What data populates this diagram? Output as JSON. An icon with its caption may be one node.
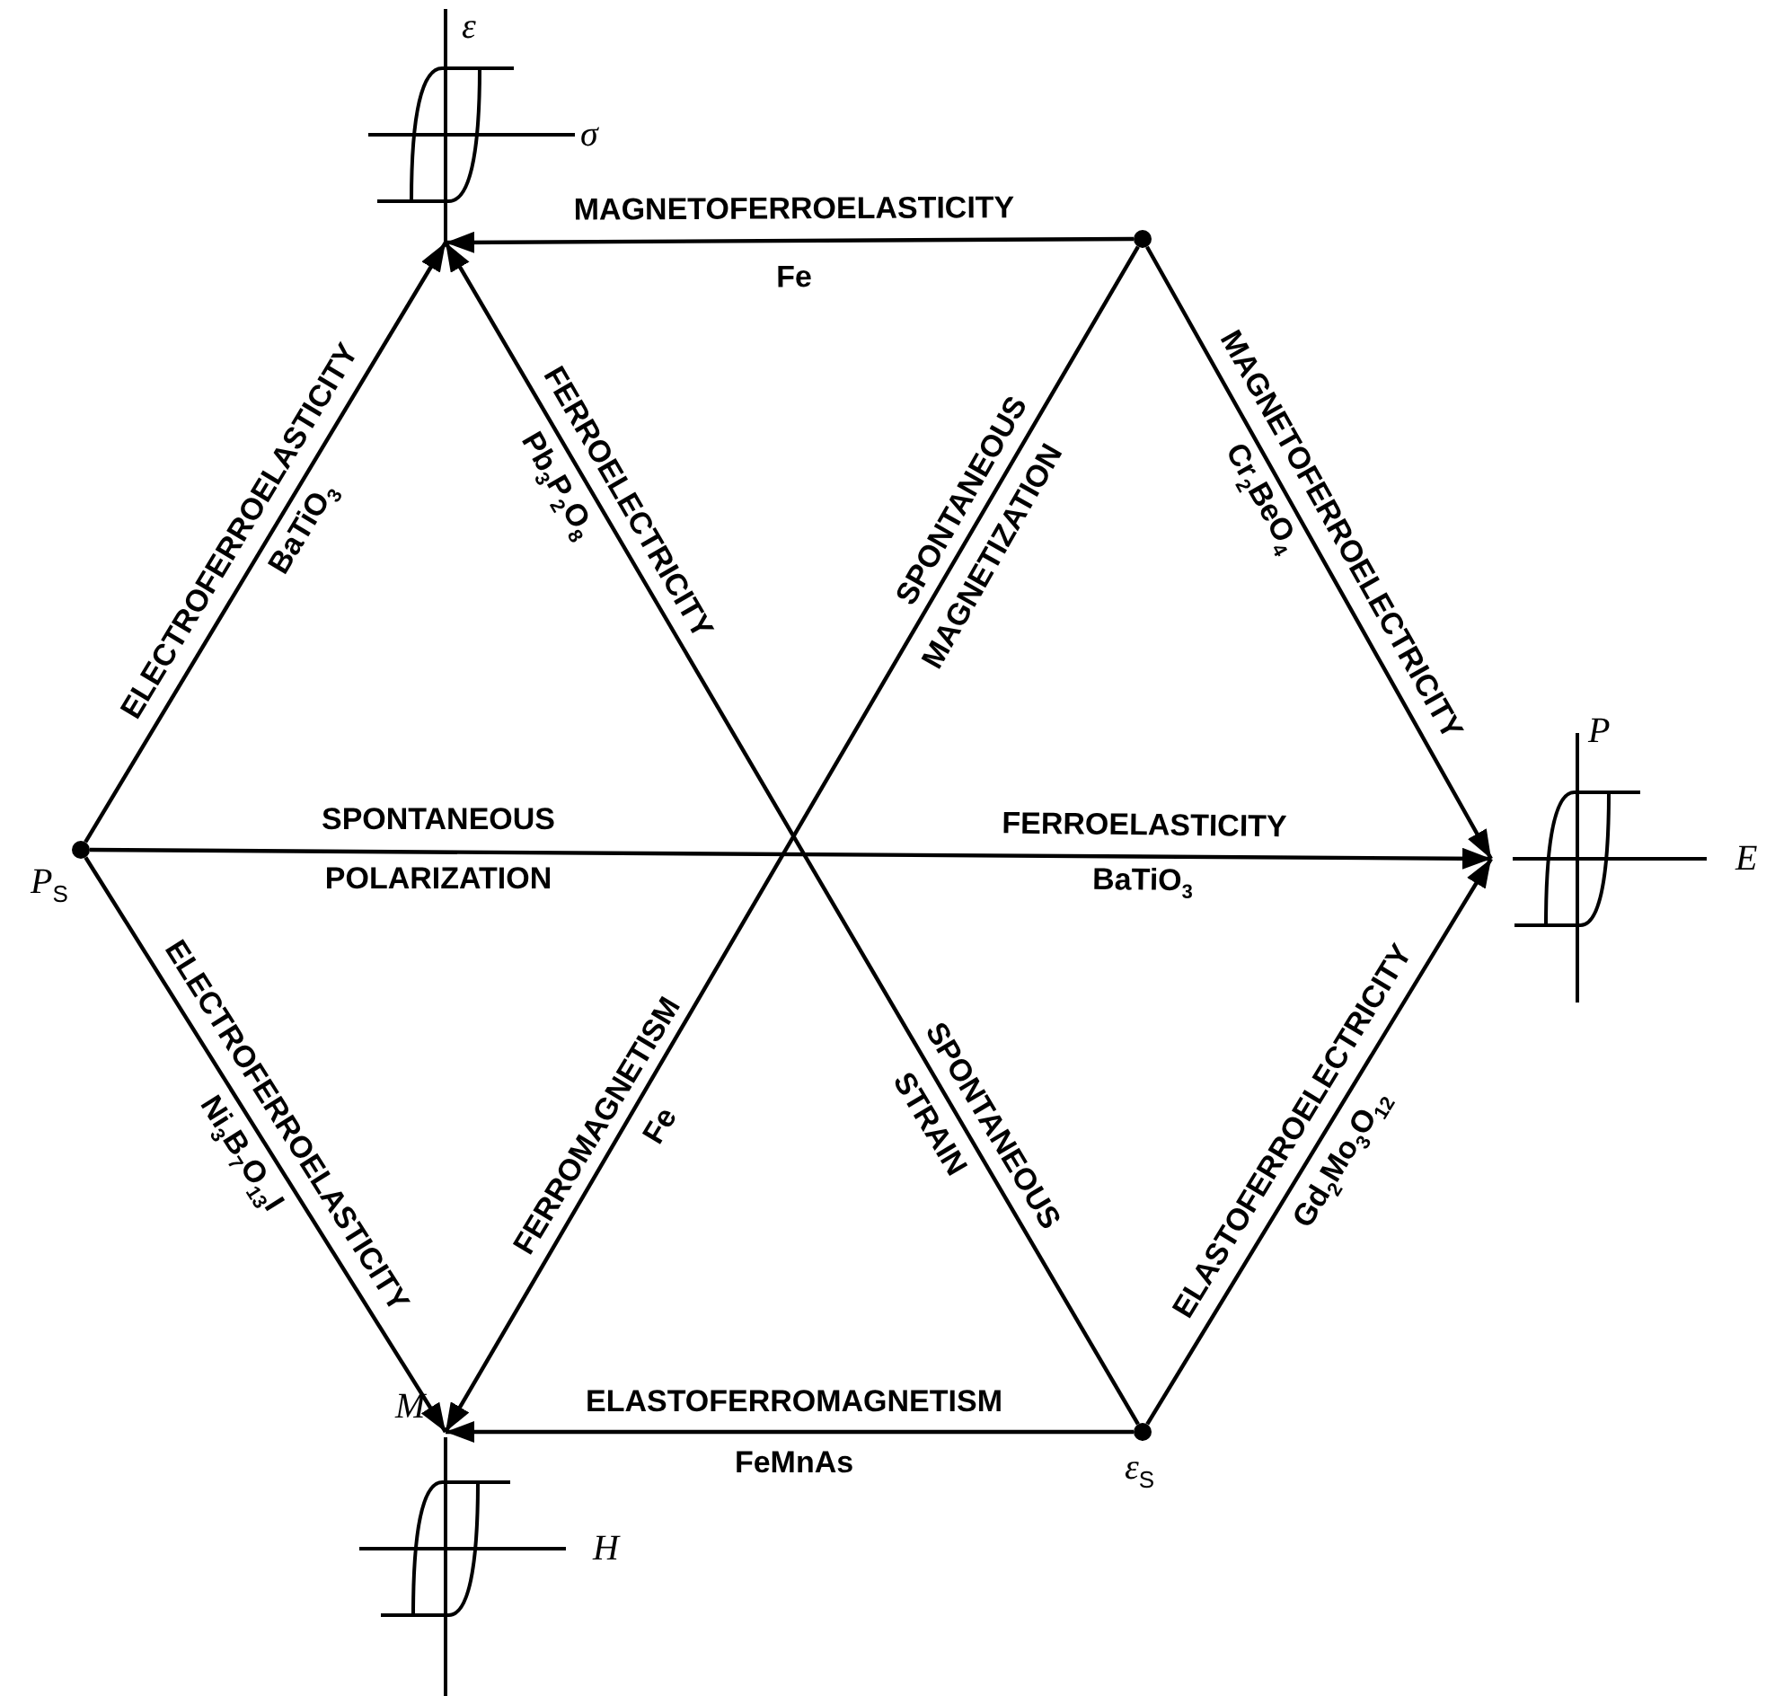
{
  "diagram": {
    "nodes": [
      {
        "text": [
          "ε",
          "σ"
        ]
      },
      {
        "text": [],
        "shape": "circle"
      },
      {
        "text": [],
        "shape": "circle",
        "beside": [
          "P$_{S}$"
        ]
      },
      {
        "text": [
          "P",
          "E"
        ]
      },
      {
        "text": [
          "M",
          "H"
        ]
      },
      {
        "text": [],
        "shape": "circle",
        "beside": [
          "ε$_{S}$"
        ]
      }
    ],
    "edges": [
      {
        "from": 1,
        "to": 0,
        "arrow": "to",
        "label": "MAGNETOFERROELASTICITY"
      },
      {
        "from": 2,
        "to": 0,
        "arrow": "to",
        "label": "ELECTROFERROELASTICITY"
      },
      {
        "from": 5,
        "to": 0,
        "arrow": "to",
        "label": "FERROELECTRICITY"
      },
      {
        "from": 1,
        "to": 3,
        "arrow": "to",
        "label": "MAGNETOFERROELECTRICITY"
      },
      {
        "from": 2,
        "to": 3,
        "arrow": "to",
        "label": "FERROELASTICITY"
      },
      {
        "from": 5,
        "to": 3,
        "arrow": "to",
        "label": "ELASTOFERROELECTRICITY"
      },
      {
        "from": 2,
        "to": 4,
        "arrow": "to",
        "label": "ELECTROFERROELASTICITY"
      },
      {
        "from": 1,
        "to": 4,
        "arrow": "to",
        "label": "FERROMAGNETISM"
      },
      {
        "from": 5,
        "to": 4,
        "arrow": "to",
        "label": "ELASTOFERROMAGNETISM"
      }
    ],
    "labels": [
      "Fe",
      "BaTiO$_{3}$",
      "Pb$_{3}$P$_{2}$O$_{8}$",
      "SPONTANEOUS",
      "MAGNETIZATION",
      "Cr$_{2}$BeO$_{4}$",
      "SPONTANEOUS",
      "POLARIZATION",
      "BaTiO$_{3}$",
      "Ni$_{3}$B$_{7}$O$_{13}$I",
      "Fe",
      "SPONTANEOUS",
      "STRAIN",
      "Gd$_{2}$Mo$_{3}$O$_{12}$",
      "FeMnAs"
    ]
  }
}
